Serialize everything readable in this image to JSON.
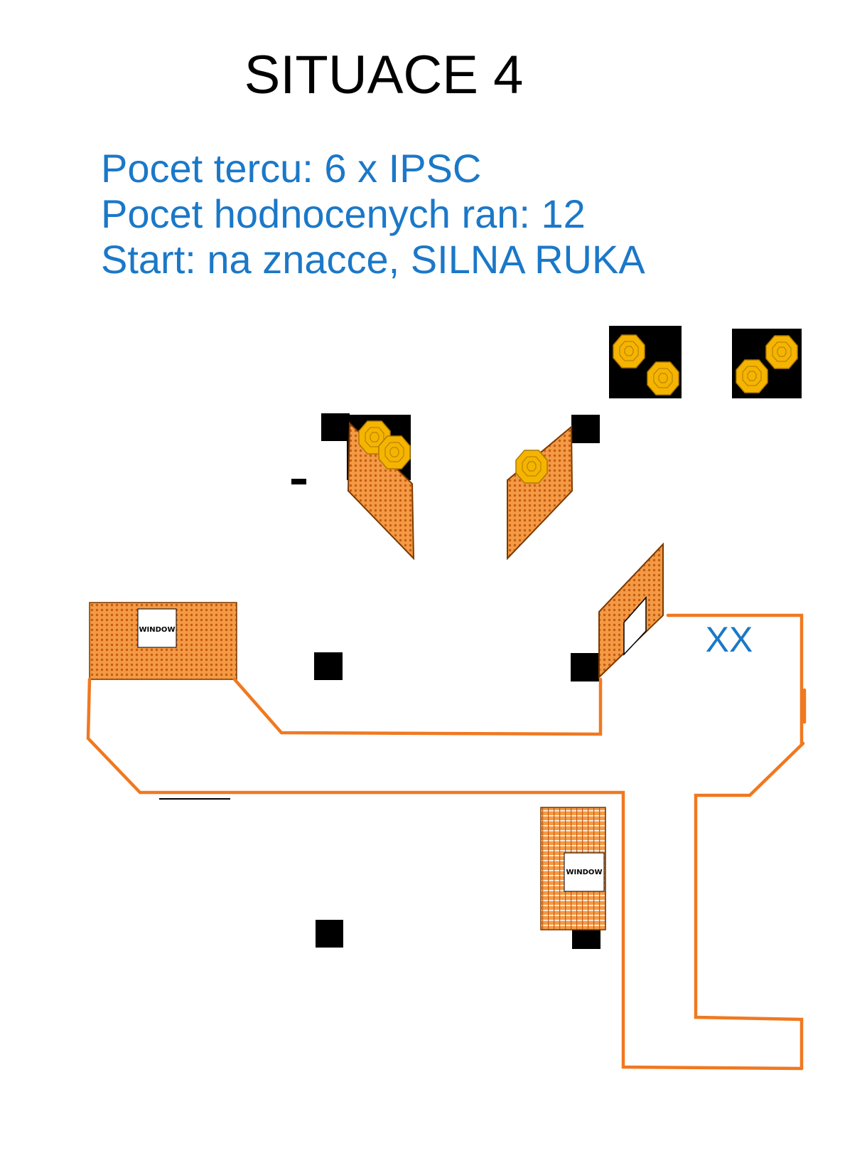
{
  "title": "SITUACE 4",
  "info": {
    "line1": "Pocet tercu: 6 x IPSC",
    "line2": "Pocet hodnocenych ran: 12",
    "line3": "Start: na znacce, SILNA RUKA"
  },
  "labels": {
    "start_mark": "XX",
    "window_left": "WINDOW",
    "window_right": "WINDOW"
  },
  "colors": {
    "wall": "#f07820",
    "panel": "#f08a30",
    "target": "#f5b400",
    "post": "#000000",
    "text": "#1b78c8"
  }
}
